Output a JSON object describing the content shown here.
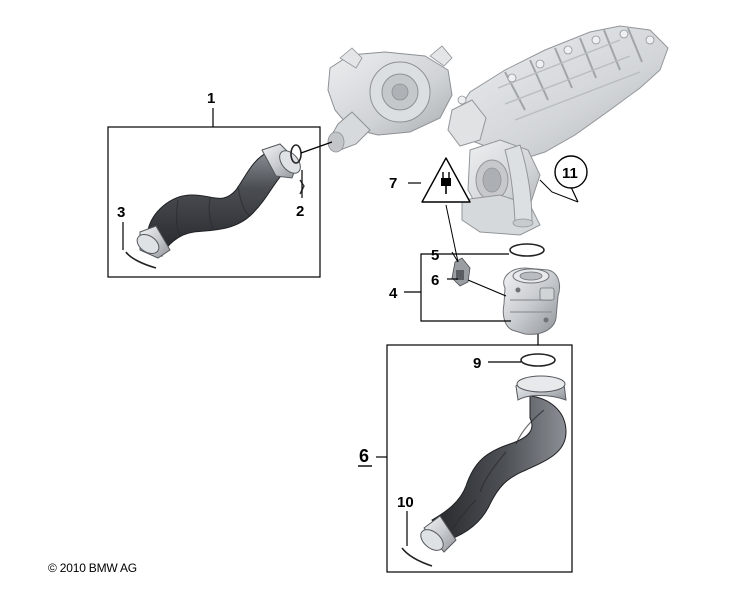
{
  "labels": {
    "l1": "1",
    "l2": "2",
    "l3": "3",
    "l4": "4",
    "l5": "5",
    "l6": "6",
    "l6u": "6",
    "l7": "7",
    "l9": "9",
    "l10": "10",
    "l11": "11"
  },
  "copyright": "© 2010 BMW AG",
  "colors": {
    "hose": "#4a4d52",
    "hose_dark": "#2c2e31",
    "hose_light": "#8a8e94",
    "engine": "#d7d9db",
    "engine_dark": "#9ea2a6",
    "engine_edge": "#7d8185",
    "metal": "#c9ccd0"
  }
}
